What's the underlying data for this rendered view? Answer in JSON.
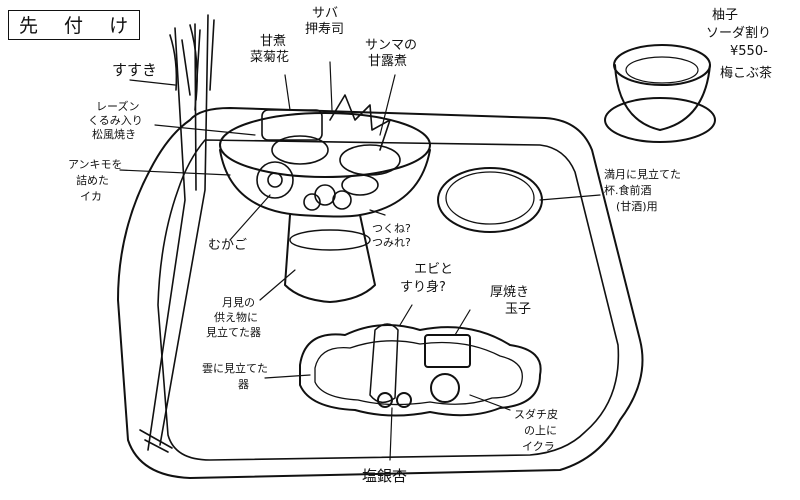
{
  "title": "先 付 け",
  "labels": {
    "susuki": "すすき",
    "amani_kikka": [
      "甘煮",
      "菜菊花"
    ],
    "saba_oshizushi": [
      "サバ",
      "押寿司"
    ],
    "sanma": [
      "サンマの",
      "甘露煮"
    ],
    "raisin_matsukaze": [
      "レーズン",
      "くるみ入り",
      "松風焼き"
    ],
    "ankimo_ika": [
      "アンキモを",
      "詰めた",
      "イカ"
    ],
    "mukago": "むかご",
    "tsukune": [
      "つくね?",
      "つみれ?"
    ],
    "tsukimi_utsuwa": [
      "月見の",
      "供え物に",
      "見立てた器"
    ],
    "ebi_surimi": [
      "エビと",
      "すり身?"
    ],
    "atsuyaki": [
      "厚焼き",
      "玉子"
    ],
    "kumo_utsuwa": [
      "雲に見立てた",
      "器"
    ],
    "sudachi_ikura": [
      "スダチ皮",
      "の上に",
      "イクラ"
    ],
    "shio_ginnan": "塩銀杏",
    "mangetsu_sakazuki": [
      "満月に見立てた",
      "杯.食前酒",
      "(甘酒)用"
    ],
    "drink": [
      "柚子",
      "ソーダ割り",
      "¥550-",
      "梅こぶ茶"
    ]
  }
}
